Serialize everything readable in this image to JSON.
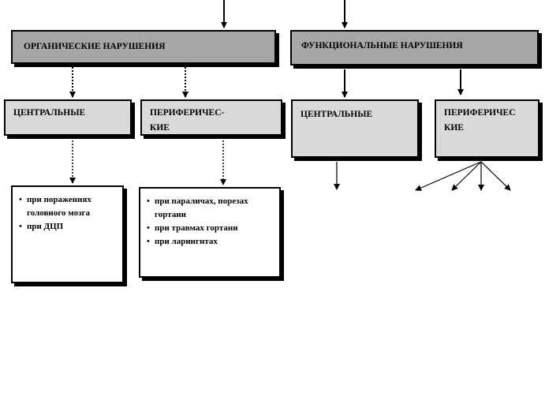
{
  "organic": {
    "title": "ОРГАНИЧЕСКИЕ   НАРУШЕНИЯ",
    "central": {
      "title": "ЦЕНТРАЛЬНЫЕ",
      "items": [
        "при поражениях головного мозга",
        "при ДЦП"
      ]
    },
    "peripheral": {
      "title_line1": "ПЕРИФЕРИЧЕС-",
      "title_line2": "КИЕ",
      "items": [
        "при параличах, порезах гортани",
        "при травмах гортани",
        "при ларингитах"
      ]
    }
  },
  "functional": {
    "title": "ФУНКЦИОНАЛЬНЫЕ  НАРУШЕНИЯ",
    "central": {
      "title": "ЦЕНТРАЛЬНЫЕ"
    },
    "peripheral": {
      "title_line1": "ПЕРИФЕРИЧЕС",
      "title_line2": "КИЕ"
    }
  }
}
